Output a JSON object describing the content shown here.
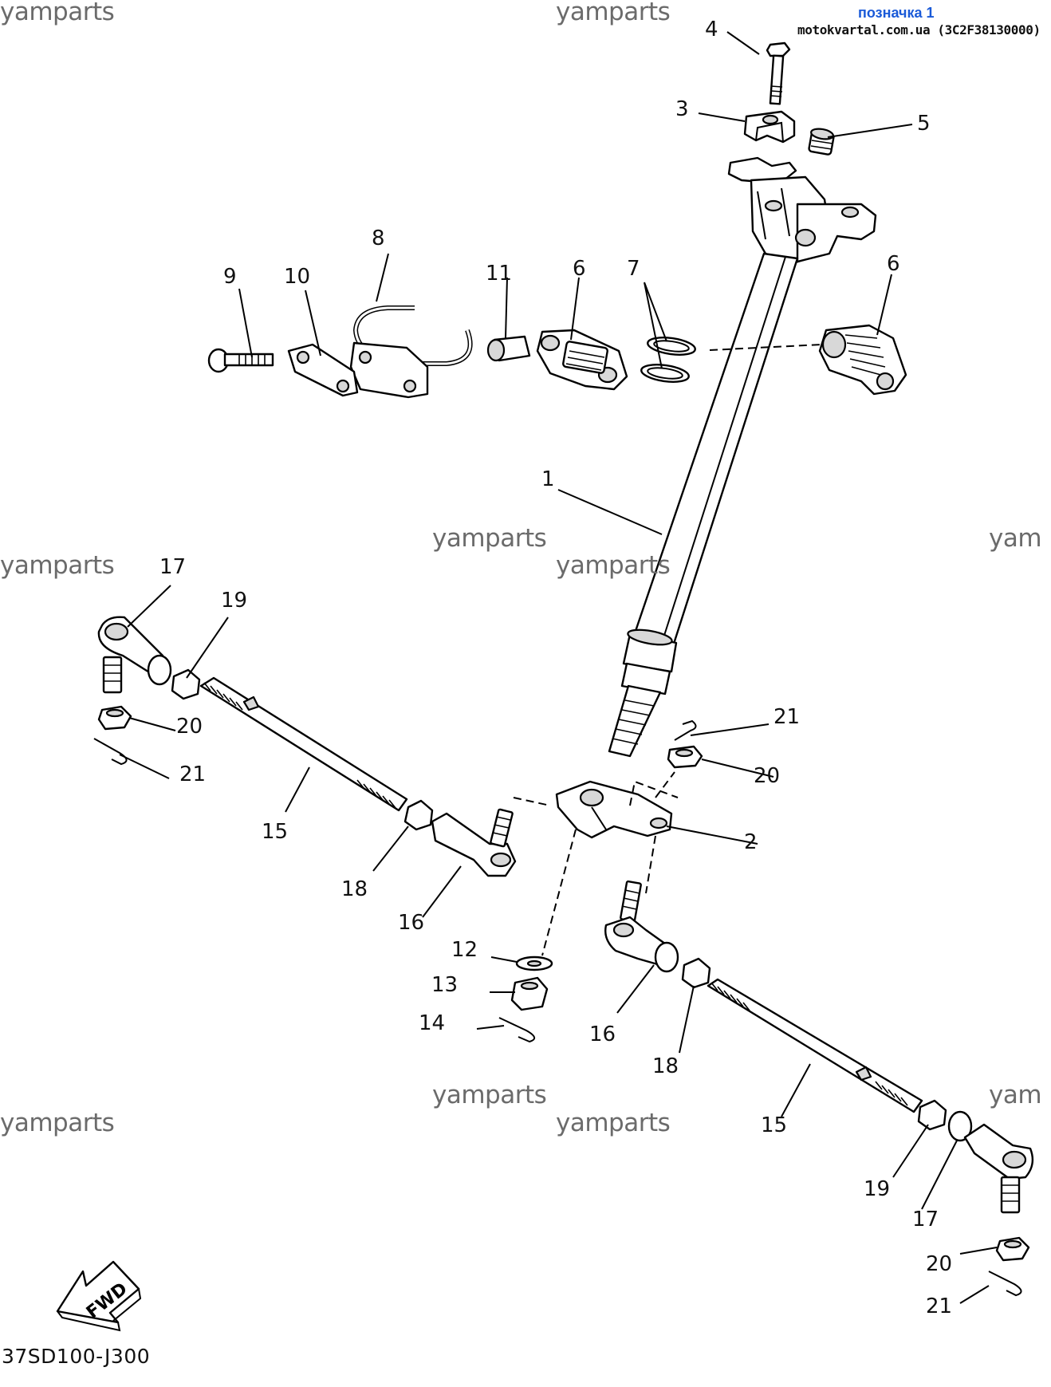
{
  "badge": {
    "title": "позначка 1",
    "source": "motokvartal.com.ua (3C2F38130000)",
    "title_color": "#1a5ad8"
  },
  "watermark_text": "yamparts",
  "watermark_partial": "yam",
  "diagram_code": "37SD100-J300",
  "fwd_label": "FWD",
  "callouts": [
    "1",
    "2",
    "3",
    "4",
    "5",
    "6",
    "6",
    "7",
    "8",
    "9",
    "10",
    "11",
    "12",
    "13",
    "14",
    "15",
    "15",
    "16",
    "16",
    "17",
    "17",
    "18",
    "18",
    "19",
    "19",
    "20",
    "20",
    "20",
    "21",
    "21",
    "21"
  ],
  "icons": {
    "fwd_arrow": "fwd-arrow-icon"
  }
}
